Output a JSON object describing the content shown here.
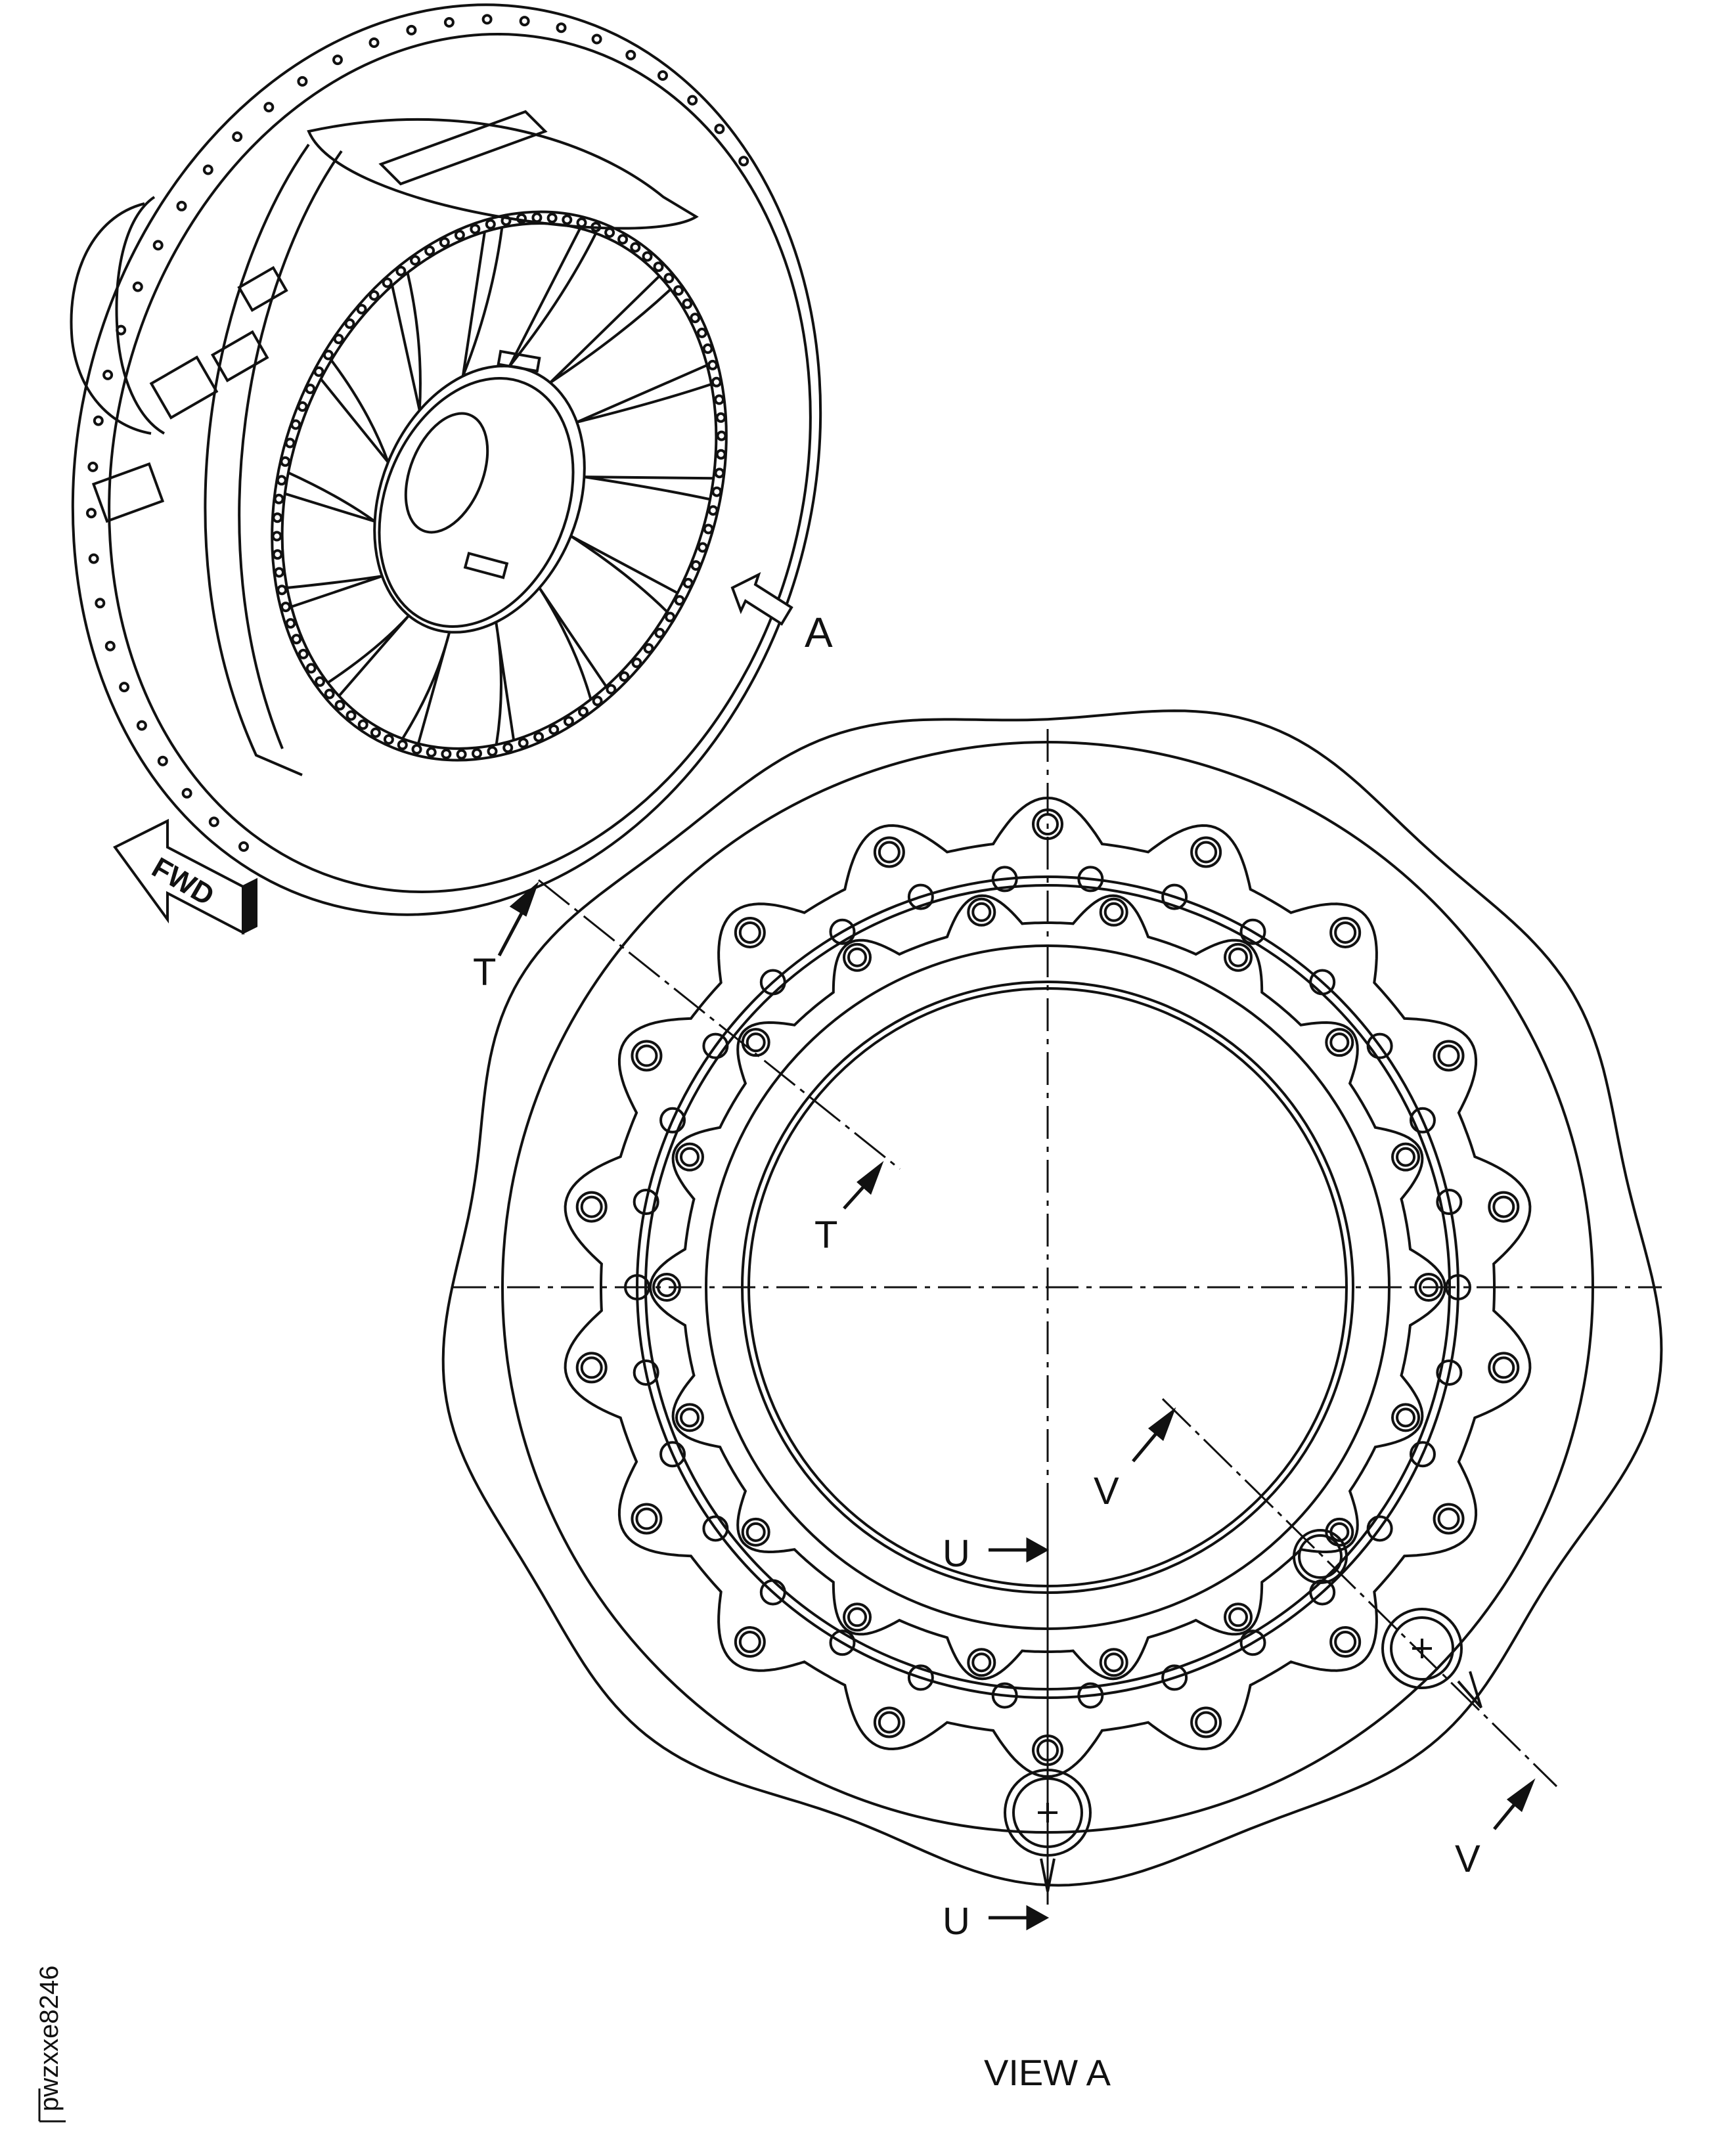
{
  "view_arrow_label": "A",
  "fwd_label": "FWD",
  "view_title": "VIEW A",
  "figure_id": "pwzxxe8246",
  "section_labels": {
    "t_top": "T",
    "t_bottom": "T",
    "u_upper": "U",
    "u_lower": "U",
    "v_upper": "V",
    "v_lower": "V"
  },
  "colors": {
    "ink": "#111111",
    "paper": "#ffffff"
  }
}
